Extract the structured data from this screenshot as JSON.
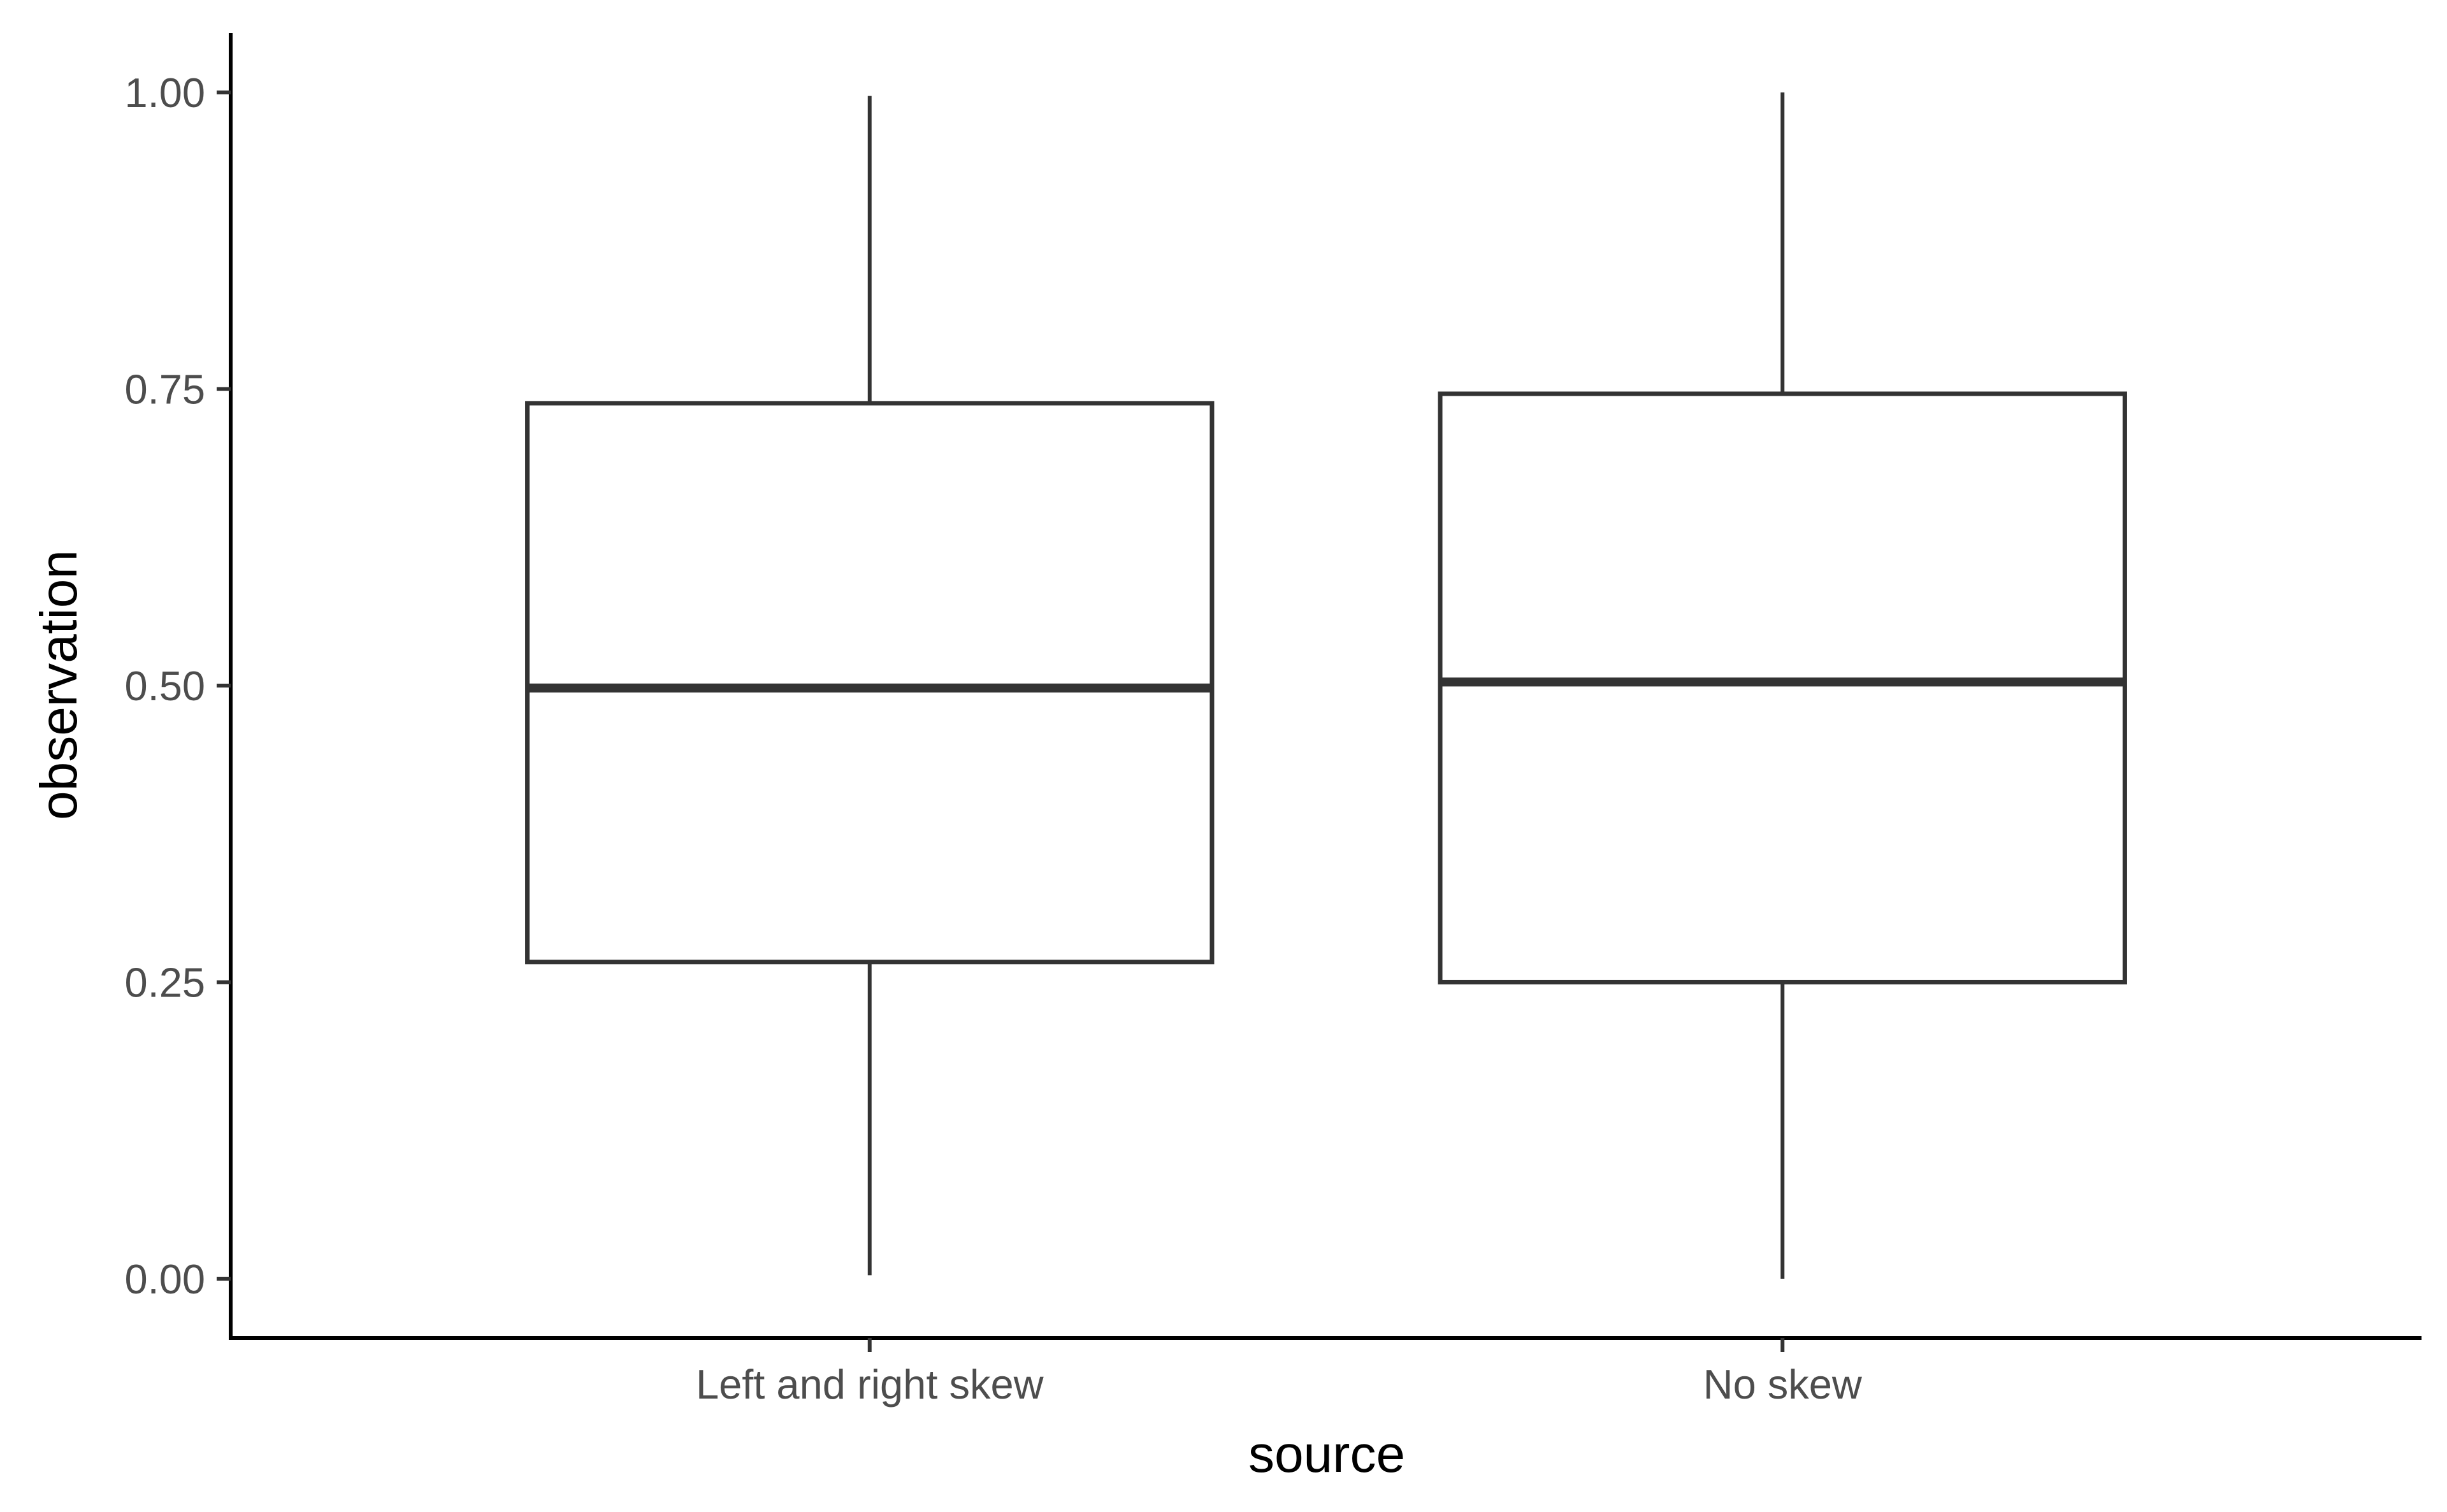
{
  "chart_data": {
    "type": "boxplot",
    "title": "",
    "xlabel": "source",
    "ylabel": "observation",
    "categories": [
      "Left and right skew",
      "No skew"
    ],
    "boxes": [
      {
        "category": "Left and right skew",
        "min": 0.003,
        "q1": 0.267,
        "median": 0.498,
        "q3": 0.738,
        "max": 0.997
      },
      {
        "category": "No skew",
        "min": 0.0,
        "q1": 0.25,
        "median": 0.503,
        "q3": 0.746,
        "max": 1.0
      }
    ],
    "ylim": [
      -0.05,
      1.05
    ],
    "yticks": [
      0.0,
      0.25,
      0.5,
      0.75,
      1.0
    ],
    "ytick_labels": [
      "0.00",
      "0.25",
      "0.50",
      "0.75",
      "1.00"
    ],
    "grid": false,
    "legend": "none",
    "colors": {
      "box_stroke": "#333333",
      "box_fill": "#ffffff",
      "axis": "#000000",
      "tick_text": "#4d4d4d"
    }
  }
}
